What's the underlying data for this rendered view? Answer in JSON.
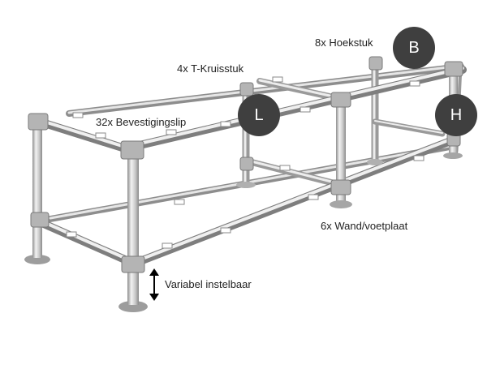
{
  "labels": {
    "corner": "8x Hoekstuk",
    "tee": "4x T-Kruisstuk",
    "clip": "32x Bevestigingslip",
    "foot": "6x Wand/voetplaat",
    "height": "Variabel instelbaar"
  },
  "badges": {
    "width": "B",
    "length": "L",
    "height": "H"
  },
  "colors": {
    "badge": "#3f3f3f",
    "arrow": "#000000",
    "pipe_light": "#e9e9e9",
    "pipe_mid": "#bdbdbd",
    "pipe_dark": "#8a8a8a"
  }
}
